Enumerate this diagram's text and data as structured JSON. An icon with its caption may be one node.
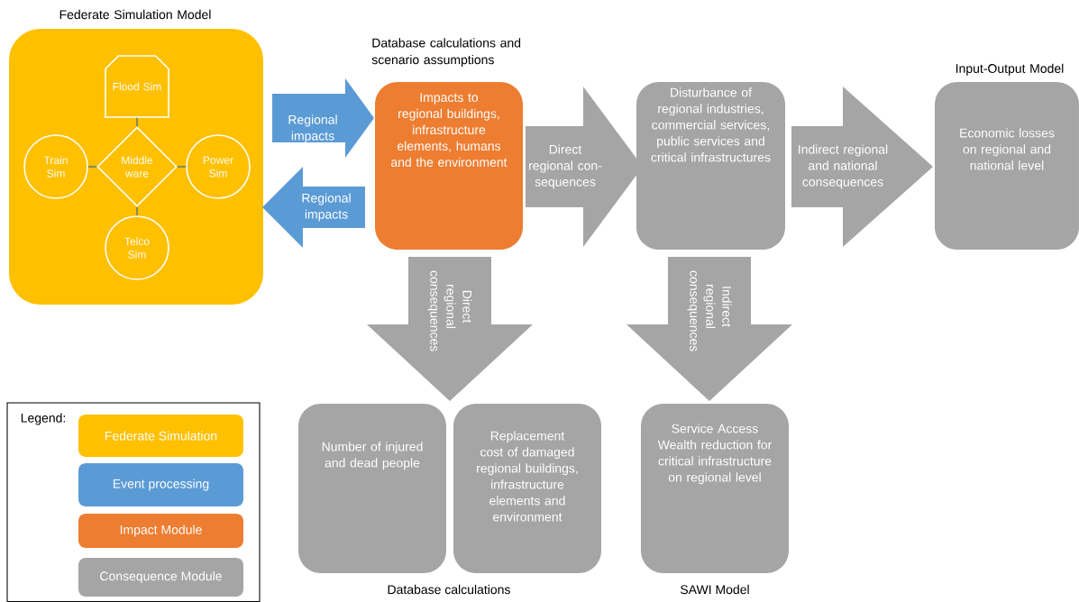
{
  "diagram": {
    "nodes": [
      {
        "text": [
          "Federate Simulation Model"
        ]
      },
      {
        "text": [
          "Flood Sim"
        ],
        "in": 0
      },
      {
        "text": [
          "Train Sim"
        ],
        "in": 0
      },
      {
        "text": [
          "Middle ware"
        ],
        "in": 0
      },
      {
        "text": [
          "Power Sim"
        ],
        "in": 0
      },
      {
        "text": [
          "Telco Sim"
        ],
        "in": 0
      },
      {
        "text": [
          "Database calculations and scenario assumptions",
          "Impacts to regional buildings, infrastructure elements, humans and the environment"
        ]
      },
      {
        "text": [
          "Disturbance of regional industries, commercial services, public services and critical infrastructures"
        ]
      },
      {
        "text": [
          "Input-Output Model",
          "Economic losses on regional and national level"
        ]
      },
      {
        "text": [
          "Number of injured and dead people"
        ]
      },
      {
        "text": [
          "Replacement cost of damaged regional buildings, infrastructure elements and environment"
        ]
      },
      {
        "text": [
          "Service Access Wealth reduction for critical infrastructure on regional level"
        ],
        "beside": [
          "SAWI Model"
        ]
      }
    ],
    "edges": [
      {
        "from": 0,
        "to": 6,
        "arrow": "to",
        "label": "Regional impacts",
        "color": "#5b9bd5"
      },
      {
        "from": 6,
        "to": 0,
        "arrow": "to",
        "label": "Regional impacts",
        "color": "#5b9bd5"
      },
      {
        "from": 6,
        "to": 7,
        "arrow": "to",
        "label": "Direct regional con- sequences"
      },
      {
        "from": 7,
        "to": 8,
        "arrow": "to",
        "label": "Indirect regional and national consequences"
      },
      {
        "from": 6,
        "to": 9,
        "arrow": "to",
        "label": "Direct regional consequences"
      },
      {
        "from": 6,
        "to": 10,
        "arrow": "to"
      },
      {
        "from": 7,
        "to": 11,
        "arrow": "to",
        "label": "Indirect regional consequences"
      },
      {
        "from": 1,
        "to": 3,
        "arrow": "none",
        "color": "#8c8c52"
      },
      {
        "from": 2,
        "to": 3,
        "arrow": "none",
        "color": "#8c8c52"
      },
      {
        "from": 3,
        "to": 4,
        "arrow": "none",
        "color": "#8c8c52"
      },
      {
        "from": 3,
        "to": 5,
        "arrow": "none",
        "color": "#8c8c52"
      }
    ],
    "labels": [
      "Legend:",
      "Database calculations"
    ],
    "legend": [
      {
        "text": "Federate Simulation",
        "color": "#ffc000"
      },
      {
        "text": "Event processing",
        "color": "#5b9bd5"
      },
      {
        "text": "Impact Module",
        "color": "#ed7d31"
      },
      {
        "text": "Consequence Module",
        "color": "#a5a5a5"
      }
    ]
  }
}
